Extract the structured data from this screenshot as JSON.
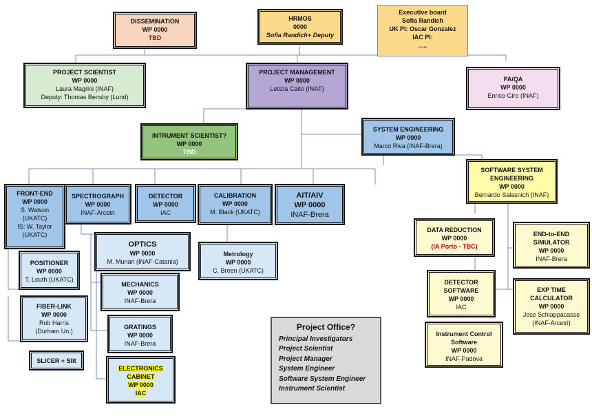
{
  "colors": {
    "salmon": "#f8d5be",
    "gold": "#fbd98b",
    "green_light": "#d9ead3",
    "purple": "#b4a7d6",
    "pink": "#f4dcef",
    "green": "#93c47d",
    "blue": "#9fc5e8",
    "blue_light": "#d6e7f7",
    "yellow": "#fefca6",
    "cream": "#fff9cf",
    "gray": "#d9d9d9",
    "line": "#6f8fbf"
  },
  "boxes": {
    "dissemination": {
      "title": "DISSEMINATION",
      "wp": "WP 0000",
      "person": "TBD"
    },
    "hrmos": {
      "title": "HRMOS",
      "wp": "0000",
      "person": "Sofia Randich+ Deputy"
    },
    "exec": {
      "title": "Executive board",
      "l1": "Sofia Randich",
      "l2": "UK PI: Oscar Gonzalez",
      "l3": "IAC PI:",
      "l4": "....."
    },
    "project_scientist": {
      "title": "PROJECT SCIENTIST",
      "wp": "WP 0000",
      "person": "Laura Magrini (INAF)",
      "deputy": "Deputy: Thomas Bensby (Lund)"
    },
    "project_management": {
      "title": "PROJECT MANAGEMENT",
      "wp": "WP 0000",
      "person": "Letizia Caito (INAF)"
    },
    "paqa": {
      "title": "PA/QA",
      "wp": "WP 0000",
      "person": "Enrico Giro (INAF)"
    },
    "instrument_scientist": {
      "title": "INTRUMENT SCIENTIST?",
      "wp": "WP 0000",
      "person": "TBD"
    },
    "system_engineering": {
      "title": "SYSTEM ENGINEERING",
      "wp": "WP 0000",
      "person": "Marco Riva (INAF-Brera)"
    },
    "software_system_engineering": {
      "title": "SOFTWARE SYSTEM ENGINEERING",
      "wp": "WP 0000",
      "person": "Bernardo Salasnich (INAF)"
    },
    "front_end": {
      "title": "FRONT-END",
      "wp": "WP 0000",
      "l1": "S. Watson",
      "l2": "(UKATC)",
      "l3": "IS: W. Taylor",
      "l4": "(UKATC)"
    },
    "spectrograph": {
      "title": "SPECTROGRAPH",
      "wp": "WP 0000",
      "person": "INAF-Arcetri"
    },
    "detector": {
      "title": "DETECTOR",
      "wp": "WP 0000",
      "person": "IAC"
    },
    "calibration": {
      "title": "CALIBRATION",
      "wp": "WP 0000",
      "person": "M. Black (UKATC)"
    },
    "ait_aiv": {
      "title": "AIT/AIV",
      "wp": "WP 0000",
      "person": "INAF-Brera"
    },
    "optics": {
      "title": "OPTICS",
      "wp": "WP 0000",
      "person": "M. Munari (INAF-Catania)"
    },
    "metrology": {
      "title": "Metrology",
      "wp": "WP 0000",
      "person": "C. Breen (UKATC)"
    },
    "positioner": {
      "title": "POSITIONER",
      "wp": "WP 0000",
      "person": "T. Louth (UKATC)"
    },
    "mechanics": {
      "title": "MECHANICS",
      "wp": "WP 0000",
      "person": "INAF-Brera"
    },
    "fiber_link": {
      "title": "FIBER-LINK",
      "wp": "WP 0000",
      "person": "Rob Harris",
      "inst": "(Durham Un.)"
    },
    "gratings": {
      "title": "GRATINGS",
      "wp": "WP 0000",
      "person": "INAF-Brera"
    },
    "slicer": {
      "title": "SLICER + Slit"
    },
    "electronics": {
      "title1": "ELECTRONICS",
      "title2": "CABINET",
      "wp": "WP 0000",
      "person": "IAC"
    },
    "data_reduction": {
      "title": "DATA REDUCTION",
      "wp": "WP 0000",
      "person": "(IA Porto - TBC)"
    },
    "end_to_end": {
      "title1": "END-to-END",
      "title2": "SIMULATOR",
      "wp": "WP 0000",
      "person": "INAF-Brera"
    },
    "detector_software": {
      "title1": "DETECTOR",
      "title2": "SOFTWARE",
      "wp": "WP 0000",
      "person": "IAC"
    },
    "exp_time": {
      "title1": "EXP TIME",
      "title2": "CALCULATOR",
      "wp": "WP 0000",
      "person": "Jose Schiappacasse",
      "inst": "(INAF-Arcetri)"
    },
    "instrument_control": {
      "title1": "Instrument Control",
      "title2": "Software",
      "wp": "WP 0000",
      "person": "INAF-Padova"
    }
  },
  "project_office": {
    "heading": "Project Office?",
    "items": [
      "Principal Investigators",
      "Project Scientist",
      "Project Manager",
      "System Engineer",
      "Software System Engineer",
      "Instrument Scientist"
    ]
  }
}
